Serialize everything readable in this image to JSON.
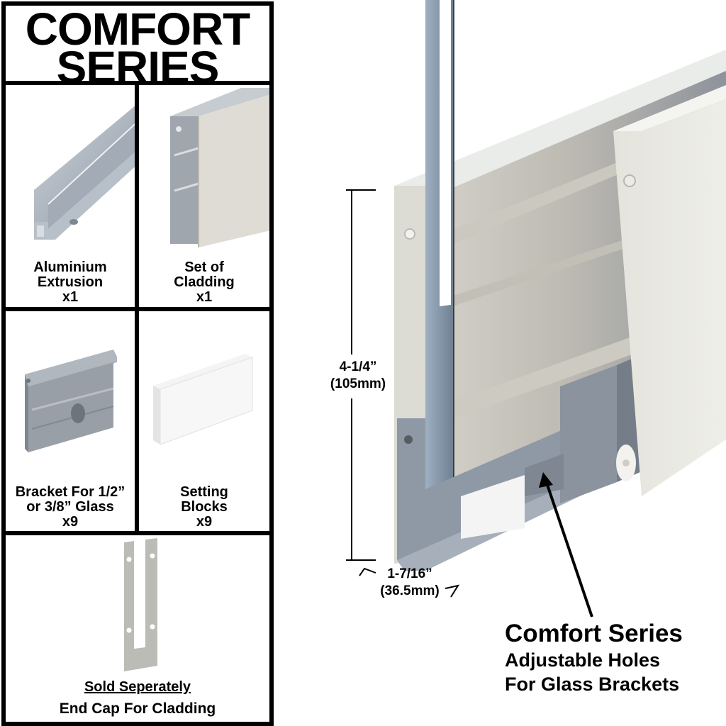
{
  "header": {
    "title_line1": "COMFORT",
    "title_line2": "SERIES"
  },
  "components": [
    {
      "name": "Aluminium Extrusion",
      "line1": "Aluminium",
      "line2": "Extrusion",
      "qty": "x1"
    },
    {
      "name": "Set of Cladding",
      "line1": "Set of",
      "line2": "Cladding",
      "qty": "x1"
    },
    {
      "name": "Bracket For 1/2” or 3/8” Glass",
      "line1": "Bracket For 1/2”",
      "line2": "or 3/8” Glass",
      "qty": "x9"
    },
    {
      "name": "Setting Blocks",
      "line1": "Setting",
      "line2": "Blocks",
      "qty": "x9"
    }
  ],
  "accessory": {
    "note": "Sold Seperately ",
    "label": "End Cap For Cladding"
  },
  "dimensions": {
    "height_imperial": "4-1/4”",
    "height_metric": "(105mm)",
    "width_imperial": "1-7/16”",
    "width_metric": "(36.5mm)"
  },
  "callout": {
    "title": "Comfort Series",
    "line1": "Adjustable Holes",
    "line2": "For Glass Brackets"
  },
  "colors": {
    "border": "#000000",
    "aluminium": "#a9b2bc",
    "cladding": "#dcdad2",
    "bracket": "#8f98a3"
  }
}
